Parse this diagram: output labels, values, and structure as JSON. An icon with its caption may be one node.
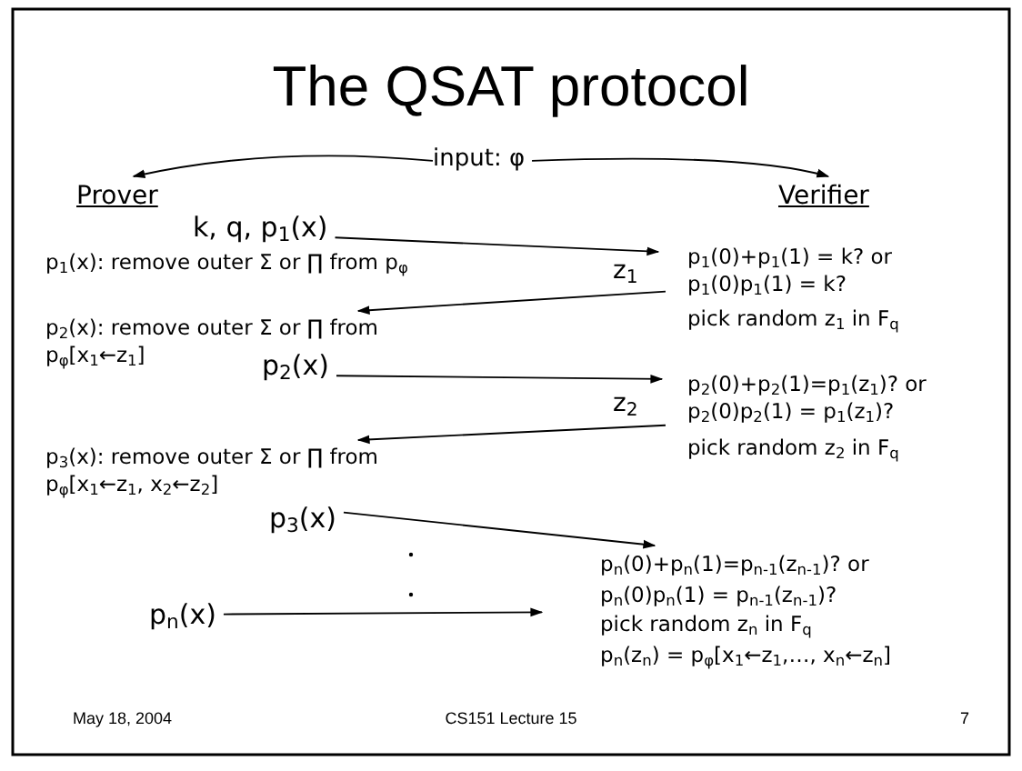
{
  "diagram": {
    "title": "The QSAT protocol",
    "nodes": [
      {
        "text": [
          "input: φ"
        ]
      },
      {
        "text": [
          "Prover"
        ]
      },
      {
        "text": [
          "Verifier"
        ]
      },
      {
        "text": [
          "k, q, p$_{1}$(x)"
        ]
      },
      {
        "text": [
          "p$_{1}$(0)+p$_{1}$(1) = k? or p$_{1}$(0)p$_{1}$(1) = k?"
        ]
      },
      {
        "text": [
          "p$_{2}$(x)"
        ]
      },
      {
        "text": [
          "p$_{2}$(0)+p$_{2}$(1)=p$_{1}$(z$_{1}$)? or p$_{2}$(0)p$_{2}$(1) = p$_{1}$(z$_{1}$)?"
        ]
      },
      {
        "text": [
          "p$_{3}$(x)"
        ]
      },
      {
        "text": [
          "p$_{n}$(x)"
        ]
      },
      {
        "text": [
          "p$_{n}$(0)+p$_{n}$(1)=p$_{n-1}$(z$_{n-1}$)? or p$_{n}$(0)p$_{n}$(1) = p$_{n-1}$(z$_{n-1}$)?",
          "pick random z$_{n}$ in F$_{q}$",
          "p$_{n}$(z$_{n}$) = p$_{φ}$[x$_{1}$←z$_{1}$,…, x$_{n}$←z$_{n}$]"
        ]
      },
      {
        "text": [
          "p$_{2}$(x): remove outer Σ or ∏ from p$_{φ}$[x$_{1}$←z$_{1}$]"
        ]
      },
      {
        "text": [
          "p$_{3}$(x): remove outer Σ or ∏ from p$_{φ}$[x$_{1}$←z$_{1}$, x$_{2}$←z$_{2}$]"
        ]
      }
    ],
    "edges": [
      {
        "from": 0,
        "to": 1,
        "arrow": "to"
      },
      {
        "from": 0,
        "to": 2,
        "arrow": "to"
      },
      {
        "from": 3,
        "to": 4,
        "arrow": "to"
      },
      {
        "from": 4,
        "to": 10,
        "arrow": "to",
        "label": "z$_{1}$"
      },
      {
        "from": 5,
        "to": 6,
        "arrow": "to"
      },
      {
        "from": 6,
        "to": 11,
        "arrow": "to",
        "label": "z$_{2}$"
      },
      {
        "from": 7,
        "to": 9,
        "arrow": "to"
      },
      {
        "from": 8,
        "to": 9,
        "arrow": "to"
      }
    ],
    "labels": [
      "p$_{1}$(x): remove outer Σ or ∏ from p$_{φ}$",
      "pick random z$_{1}$ in F$_{q}$",
      "pick random z$_{2}$ in F$_{q}$",
      "May 18, 2004",
      "CS151 Lecture 15",
      "7"
    ]
  }
}
